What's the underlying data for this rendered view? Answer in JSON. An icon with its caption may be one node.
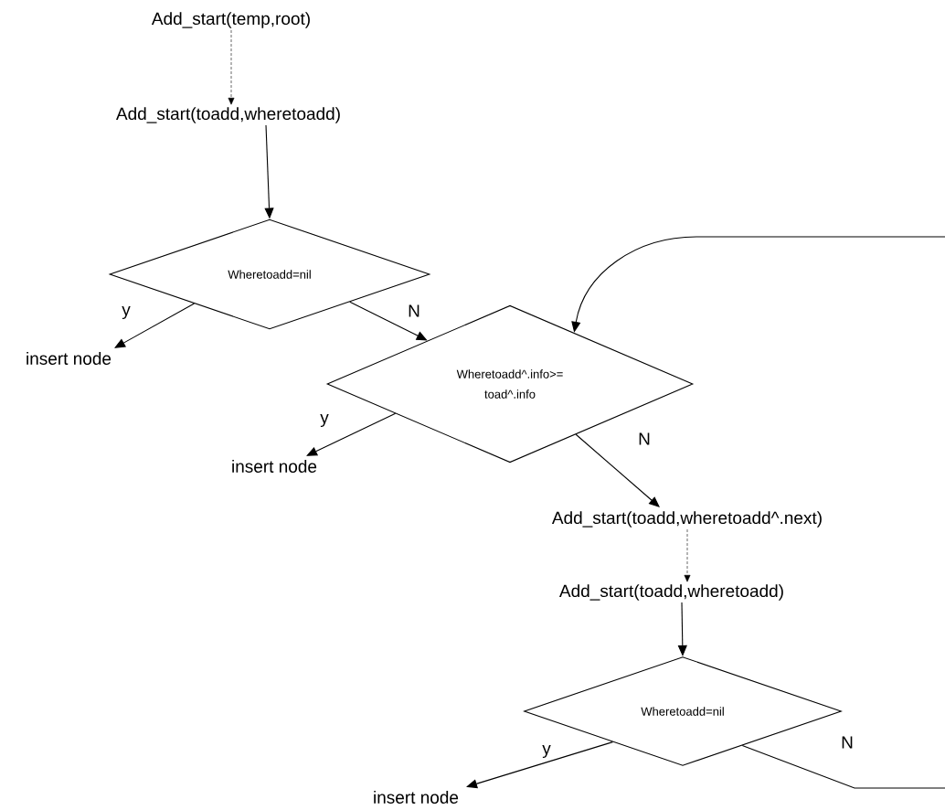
{
  "diagram": {
    "nodes": [
      {
        "text": [
          "Add_start(temp,root)"
        ]
      },
      {
        "text": [
          "Add_start(toadd,wheretoadd)"
        ]
      },
      {
        "text": [
          "Wheretoadd=nil"
        ]
      },
      {
        "text": [
          "insert node"
        ]
      },
      {
        "text": [
          "Wheretoadd^.info>= toad^.info"
        ]
      },
      {
        "text": [
          "insert node"
        ]
      },
      {
        "text": [
          "Add_start(toadd,wheretoadd^.next)"
        ]
      },
      {
        "text": [
          "Add_start(toadd,wheretoadd)"
        ]
      },
      {
        "text": [
          "Wheretoadd=nil"
        ]
      },
      {
        "text": [
          "insert node"
        ]
      }
    ],
    "edges": [
      {
        "from": 0,
        "to": 1,
        "arrow": "to",
        "style": "dashed"
      },
      {
        "from": 1,
        "to": 2,
        "arrow": "to"
      },
      {
        "from": 2,
        "to": 3,
        "arrow": "to",
        "label": "y"
      },
      {
        "from": 2,
        "to": 4,
        "arrow": "to",
        "label": "N"
      },
      {
        "from": 4,
        "to": 5,
        "arrow": "to",
        "label": "y"
      },
      {
        "from": 4,
        "to": 6,
        "arrow": "to",
        "label": "N"
      },
      {
        "from": 6,
        "to": 7,
        "arrow": "to",
        "style": "dashed"
      },
      {
        "from": 7,
        "to": 8,
        "arrow": "to"
      },
      {
        "from": 8,
        "to": 9,
        "arrow": "to",
        "label": "y"
      },
      {
        "from": 8,
        "to": null,
        "arrow": "none",
        "label": "N"
      },
      {
        "from": null,
        "to": 4,
        "arrow": "to"
      }
    ]
  }
}
